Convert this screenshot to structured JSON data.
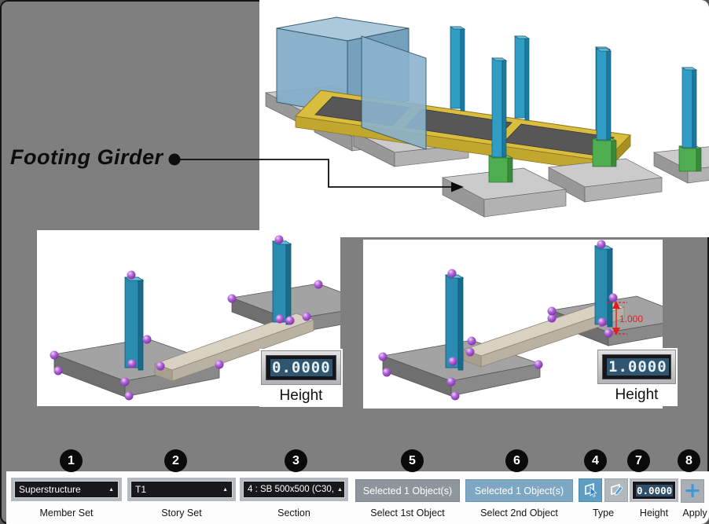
{
  "page": {
    "background": "#7f7f7f",
    "accent_blue": "#3f97d9"
  },
  "callout_label": "Footing Girder",
  "views": {
    "left": {
      "height_value": "0.0000",
      "height_label": "Height"
    },
    "right": {
      "height_value": "1.0000",
      "height_label": "Height",
      "dimension_text": "1.000"
    }
  },
  "icons": {
    "dropdown_up": "▲",
    "apply_plus": "+"
  },
  "toolbar": {
    "member_set": {
      "callout": "1",
      "value": "Superstructure",
      "label": "Member Set"
    },
    "story_set": {
      "callout": "2",
      "value": "T1",
      "label": "Story Set"
    },
    "section": {
      "callout": "3",
      "value": "4 : SB 500x500 (C30,",
      "label": "Section"
    },
    "select_first": {
      "callout": "5",
      "value": "Selected 1 Object(s)",
      "label": "Select 1st Object"
    },
    "select_second": {
      "callout": "6",
      "value": "Selected 1 Object(s)",
      "label": "Select 2nd Object"
    },
    "type": {
      "callout": "4",
      "label": "Type"
    },
    "height": {
      "callout": "7",
      "value": "0.0000",
      "label": "Height"
    },
    "apply": {
      "callout": "8",
      "label": "Apply"
    }
  }
}
